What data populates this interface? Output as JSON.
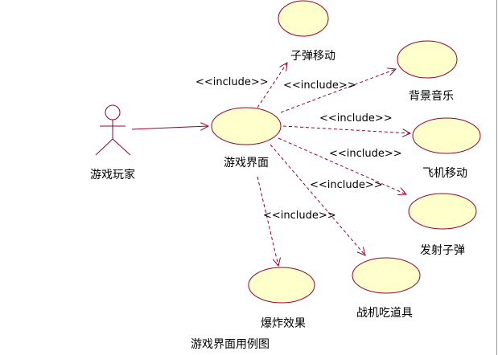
{
  "colors": {
    "usecase_fill": "#FFFFCC",
    "usecase_stroke": "#990033",
    "line": "#990033"
  },
  "actor": {
    "label": "游戏玩家"
  },
  "usecases": {
    "main": "游戏界面",
    "bullet_move": "子弹移动",
    "bg_music": "背景音乐",
    "plane_move": "飞机移动",
    "fire_bullet": "发射子弹",
    "eat_item": "战机吃道具",
    "explosion": "爆炸效果"
  },
  "include_label": "<<include>>",
  "caption": "游戏界面用例图"
}
